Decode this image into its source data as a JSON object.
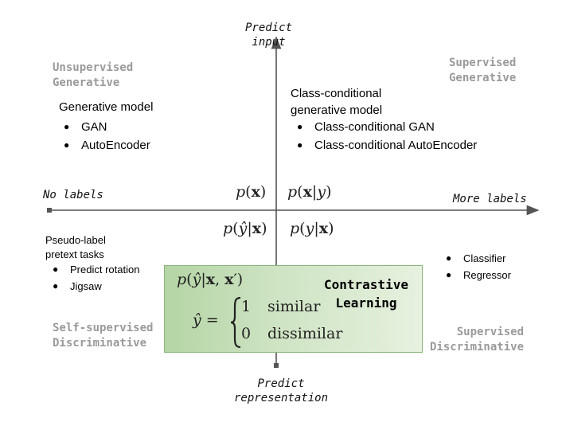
{
  "axes": {
    "top": "Predict\ninput",
    "bottom": "Predict\nrepresentation",
    "left": "No labels",
    "right": "More labels"
  },
  "quadrants": {
    "top_left": "Unsupervised\nGenerative",
    "top_right": "Supervised\nGenerative",
    "bottom_left": "Self-supervised\nDiscriminative",
    "bottom_right": "Supervised\nDiscriminative"
  },
  "generative_block": {
    "heading": "Generative model",
    "items": [
      "GAN",
      "AutoEncoder"
    ]
  },
  "class_conditional_block": {
    "heading_line1": "Class-conditional",
    "heading_line2": "generative model",
    "items": [
      "Class-conditional GAN",
      "Class-conditional AutoEncoder"
    ]
  },
  "pseudo_label_block": {
    "heading_line1": "Pseudo-label",
    "heading_line2": "pretext tasks",
    "items": [
      "Predict rotation",
      "Jigsaw"
    ]
  },
  "supervised_block": {
    "items": [
      "Classifier",
      "Regressor"
    ]
  },
  "contrastive": {
    "title": "Contrastive\nLearning",
    "similar_value": "1",
    "similar_label": "similar",
    "dissimilar_value": "0",
    "dissimilar_label": "dissimilar"
  },
  "bullet": "●"
}
